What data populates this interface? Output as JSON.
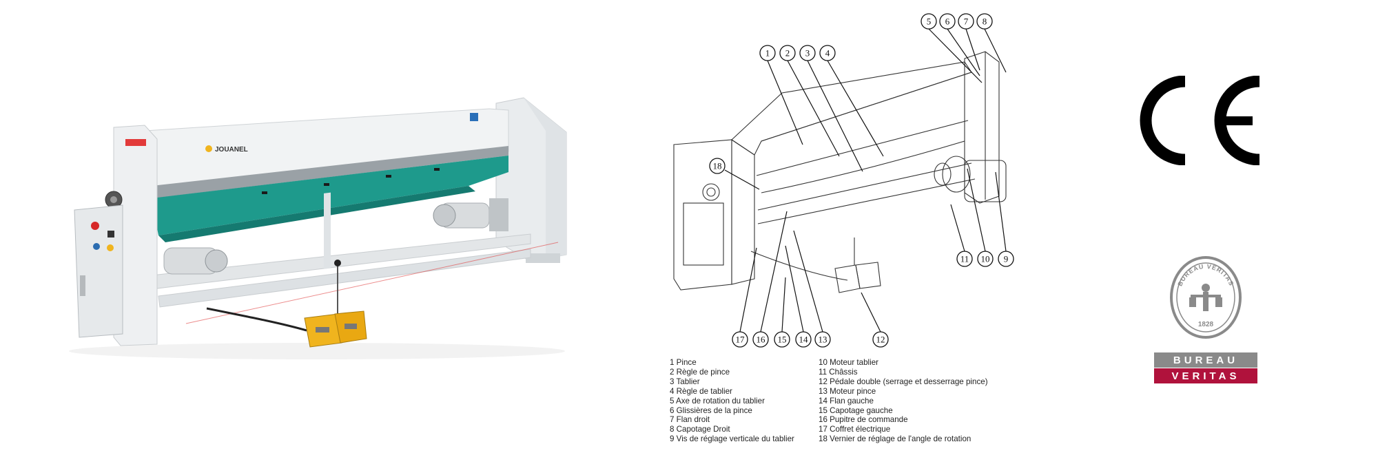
{
  "photo": {
    "brand": "JOUANEL"
  },
  "diagram": {
    "callouts": [
      "1",
      "2",
      "3",
      "4",
      "5",
      "6",
      "7",
      "8",
      "9",
      "10",
      "11",
      "12",
      "13",
      "14",
      "15",
      "16",
      "17",
      "18"
    ]
  },
  "legend": {
    "left": [
      "1 Pince",
      "2 Règle de pince",
      "3 Tablier",
      "4 Règle de tablier",
      "5 Axe de rotation du tablier",
      "6 Glissières de la pince",
      "7 Flan droit",
      "8 Capotage Droit",
      "9 Vis de réglage verticale du tablier"
    ],
    "right": [
      "10 Moteur tablier",
      "11 Châssis",
      "12 Pédale double (serrage et desserrage pince)",
      "13 Moteur pince",
      "14 Flan gauche",
      "15 Capotage gauche",
      "16 Pupitre de commande",
      "17 Coffret électrique",
      "18 Vernier de réglage de l'angle de rotation"
    ]
  },
  "logos": {
    "ce_mark": "CE",
    "bureau_veritas": {
      "seal_top": "BUREAU VERITAS",
      "seal_year": "1828",
      "word1": "BUREAU",
      "word2": "VERITAS"
    }
  },
  "colors": {
    "machine_body": "#eceff1",
    "apron": "#1e9a8c",
    "pedal": "#f0b41e",
    "bv_grey": "#8a8a8a",
    "bv_red": "#b0123c"
  }
}
